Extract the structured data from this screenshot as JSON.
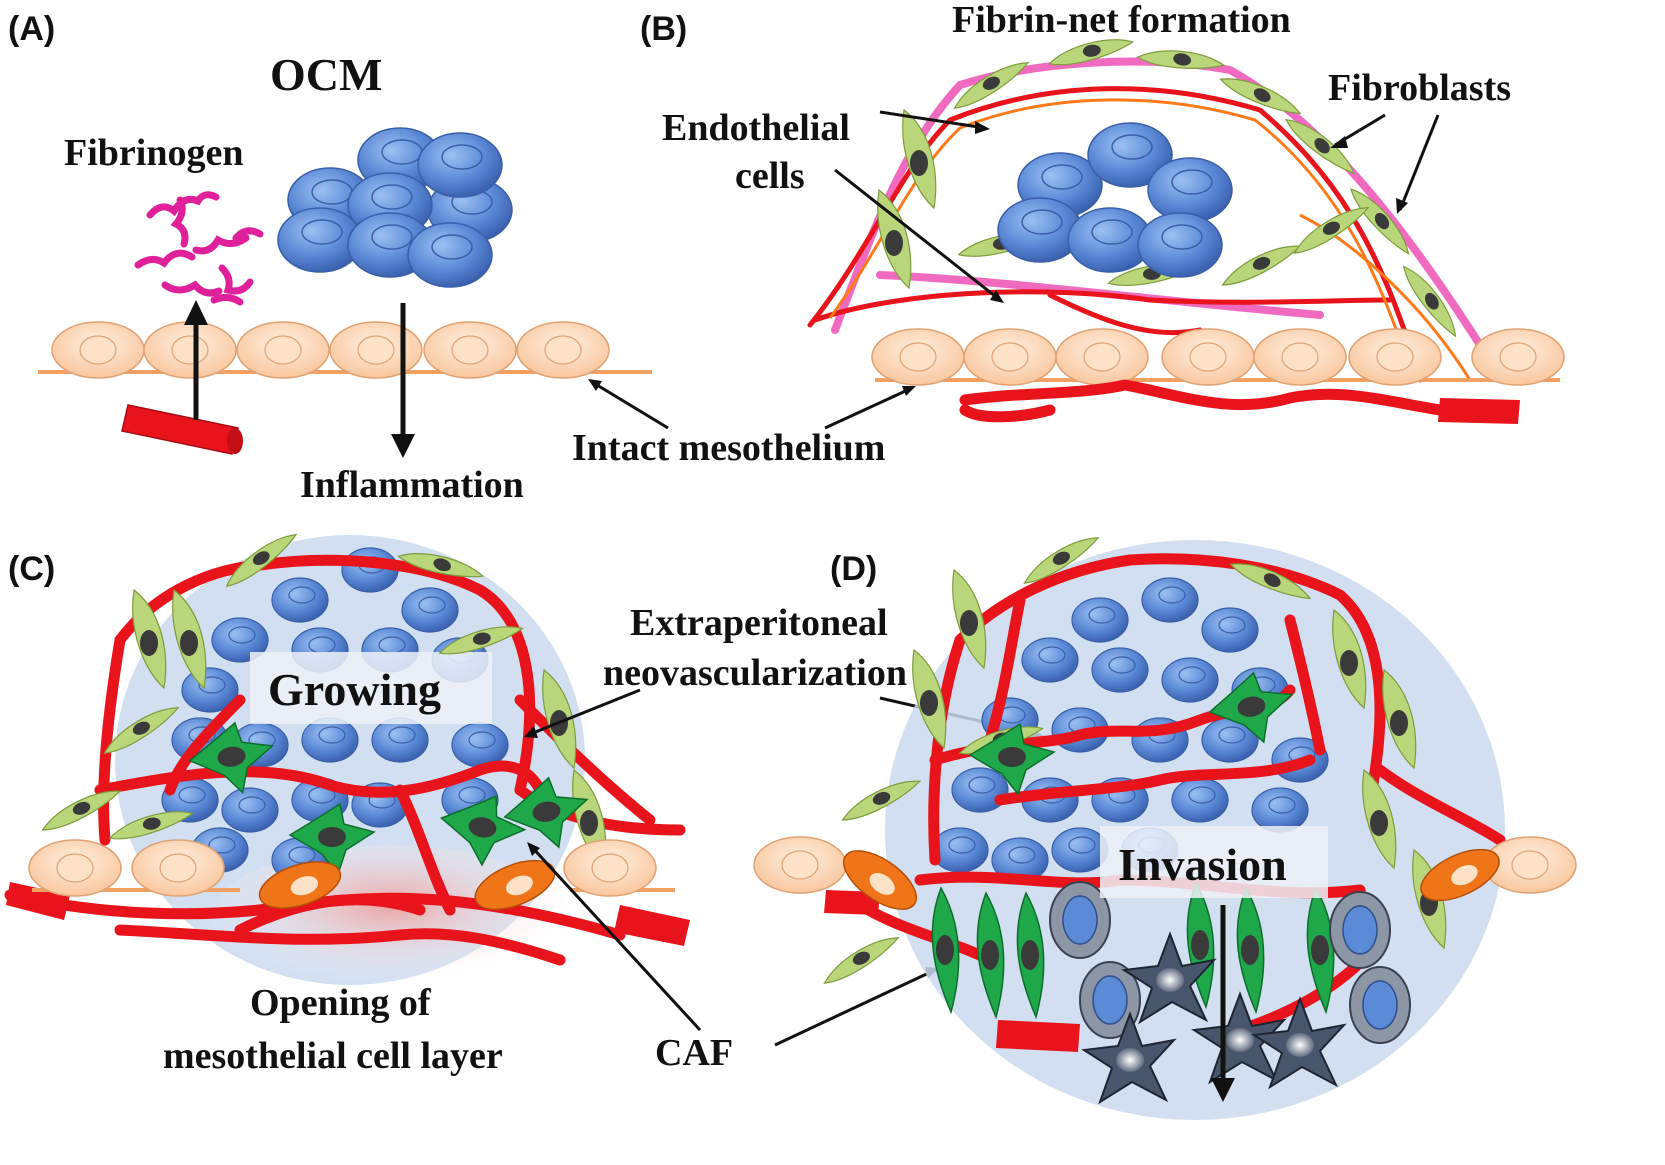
{
  "panels": {
    "a": {
      "letter": "(A)",
      "title": "OCM",
      "fibrinogen_label": "Fibrinogen",
      "inflammation_label": "Inflammation"
    },
    "b": {
      "letter": "(B)",
      "fibrin_label": "Fibrin-net formation",
      "fibroblasts_label": "Fibroblasts",
      "endothelial_label_line1": "Endothelial",
      "endothelial_label_line2": "cells"
    },
    "shared_label": "Intact mesothelium",
    "c": {
      "letter": "(C)",
      "growing_label": "Growing",
      "opening_label_line1": "Opening of",
      "opening_label_line2": "mesothelial cell layer"
    },
    "neo_label_line1": "Extraperitoneal",
    "neo_label_line2": "neovascularization",
    "caf_label": "CAF",
    "d": {
      "letter": "(D)",
      "invasion_label": "Invasion"
    }
  },
  "colors": {
    "tumor_cell": "#5b8ad6",
    "mesothelial_cell": "#fcd3b0",
    "vessel": "#e8131b",
    "fibrinogen": "#e0209a",
    "fibroblast": "#b9d67a",
    "caf": "#1fa84a",
    "activated_mesothelial": "#f07418",
    "halo": "#c9d9ee"
  }
}
